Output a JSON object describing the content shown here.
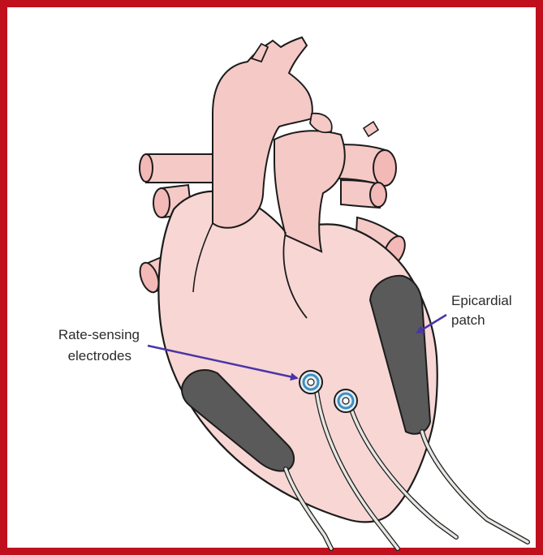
{
  "labels": {
    "epicardial_line1": "Epicardial",
    "epicardial_line2": "patch",
    "rate_line1": "Rate-sensing",
    "rate_line2": "electrodes"
  },
  "colors": {
    "frame": "#c0101e",
    "heart_fill": "#f7d6d4",
    "vessel_fill": "#f5c9c6",
    "outline": "#1c1c1c",
    "patch": "#5a5a5a",
    "arrow": "#4a35a8",
    "electrode_ring": "#3b8fc4",
    "wire": "#e6e6e2"
  }
}
